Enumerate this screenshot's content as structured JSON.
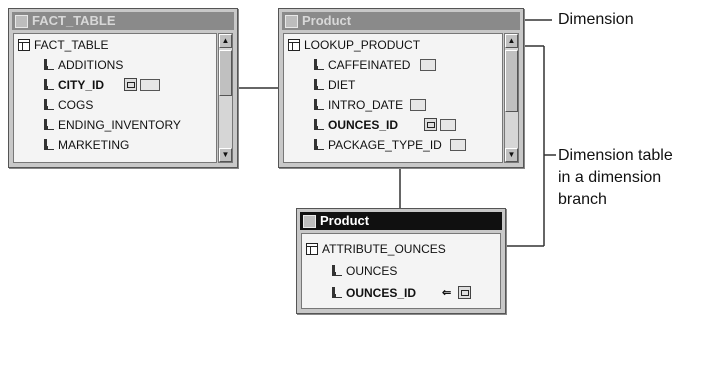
{
  "fact_window": {
    "title": "FACT_TABLE",
    "table_name": "FACT_TABLE",
    "columns": [
      {
        "name": "ADDITIONS",
        "bold": false
      },
      {
        "name": "CITY_ID",
        "bold": true
      },
      {
        "name": "COGS",
        "bold": false
      },
      {
        "name": "ENDING_INVENTORY",
        "bold": false
      },
      {
        "name": "MARKETING",
        "bold": false
      }
    ]
  },
  "product_window": {
    "title": "Product",
    "table_name": "LOOKUP_PRODUCT",
    "columns": [
      {
        "name": "CAFFEINATED",
        "bold": false
      },
      {
        "name": "DIET",
        "bold": false
      },
      {
        "name": "INTRO_DATE",
        "bold": false
      },
      {
        "name": "OUNCES_ID",
        "bold": true
      },
      {
        "name": "PACKAGE_TYPE_ID",
        "bold": false
      }
    ]
  },
  "branch_window": {
    "title": "Product",
    "table_name": "ATTRIBUTE_OUNCES",
    "columns": [
      {
        "name": "OUNCES",
        "bold": false
      },
      {
        "name": "OUNCES_ID",
        "bold": true
      }
    ]
  },
  "callouts": {
    "dimension": "Dimension",
    "dimension_table": [
      "Dimension table",
      "in a dimension",
      "branch"
    ]
  }
}
